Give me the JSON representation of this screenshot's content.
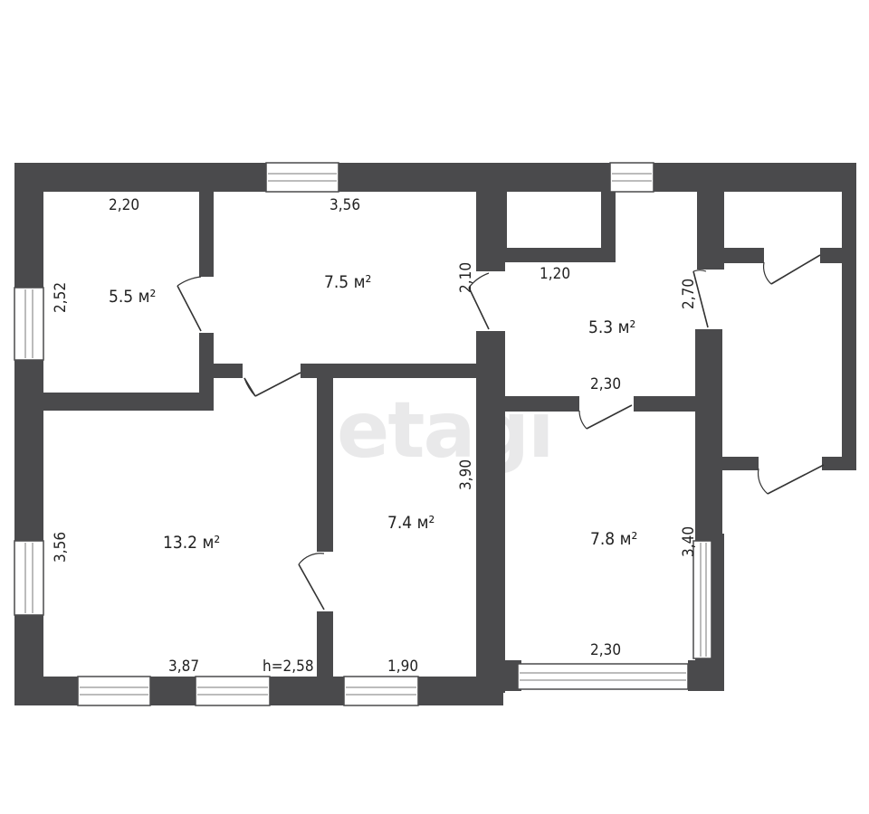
{
  "watermark": "etagi",
  "colors": {
    "wall": "#4a4a4c",
    "background": "#ffffff",
    "watermark": "#e9e9ea"
  },
  "rooms": [
    {
      "id": "room-a",
      "area": "5.5 м²"
    },
    {
      "id": "room-b",
      "area": "7.5 м²"
    },
    {
      "id": "room-c",
      "area": "5.3 м²"
    },
    {
      "id": "room-d",
      "area": "13.2 м²"
    },
    {
      "id": "room-e",
      "area": "7.4 м²"
    },
    {
      "id": "room-f",
      "area": "7.8 м²"
    }
  ],
  "dimensions": {
    "a_width": "2,20",
    "a_height": "2,52",
    "b_width": "3,56",
    "b_height": "2,10",
    "c_width": "1,20",
    "c_height": "2,70",
    "c_door_width": "2,30",
    "d_height": "3,56",
    "d_width": "3,87",
    "ceiling": "h=2,58",
    "e_height": "3,90",
    "e_width": "1,90",
    "f_height": "3,40",
    "f_width": "2,30"
  }
}
